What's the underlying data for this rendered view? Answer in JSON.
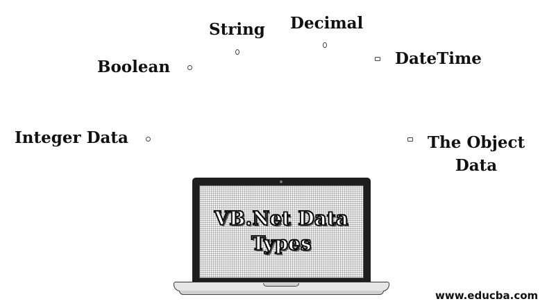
{
  "diagram": {
    "center_title": "VB.Net Data\nTypes",
    "labels": {
      "string": "String",
      "decimal": "Decimal",
      "boolean": "Boolean",
      "datetime": "DateTime",
      "integer": "Integer Data",
      "object": "The Object Data"
    },
    "icons": {
      "center": "laptop-icon",
      "connector": "small-ring-icon"
    }
  },
  "watermark": "www.educba.com"
}
